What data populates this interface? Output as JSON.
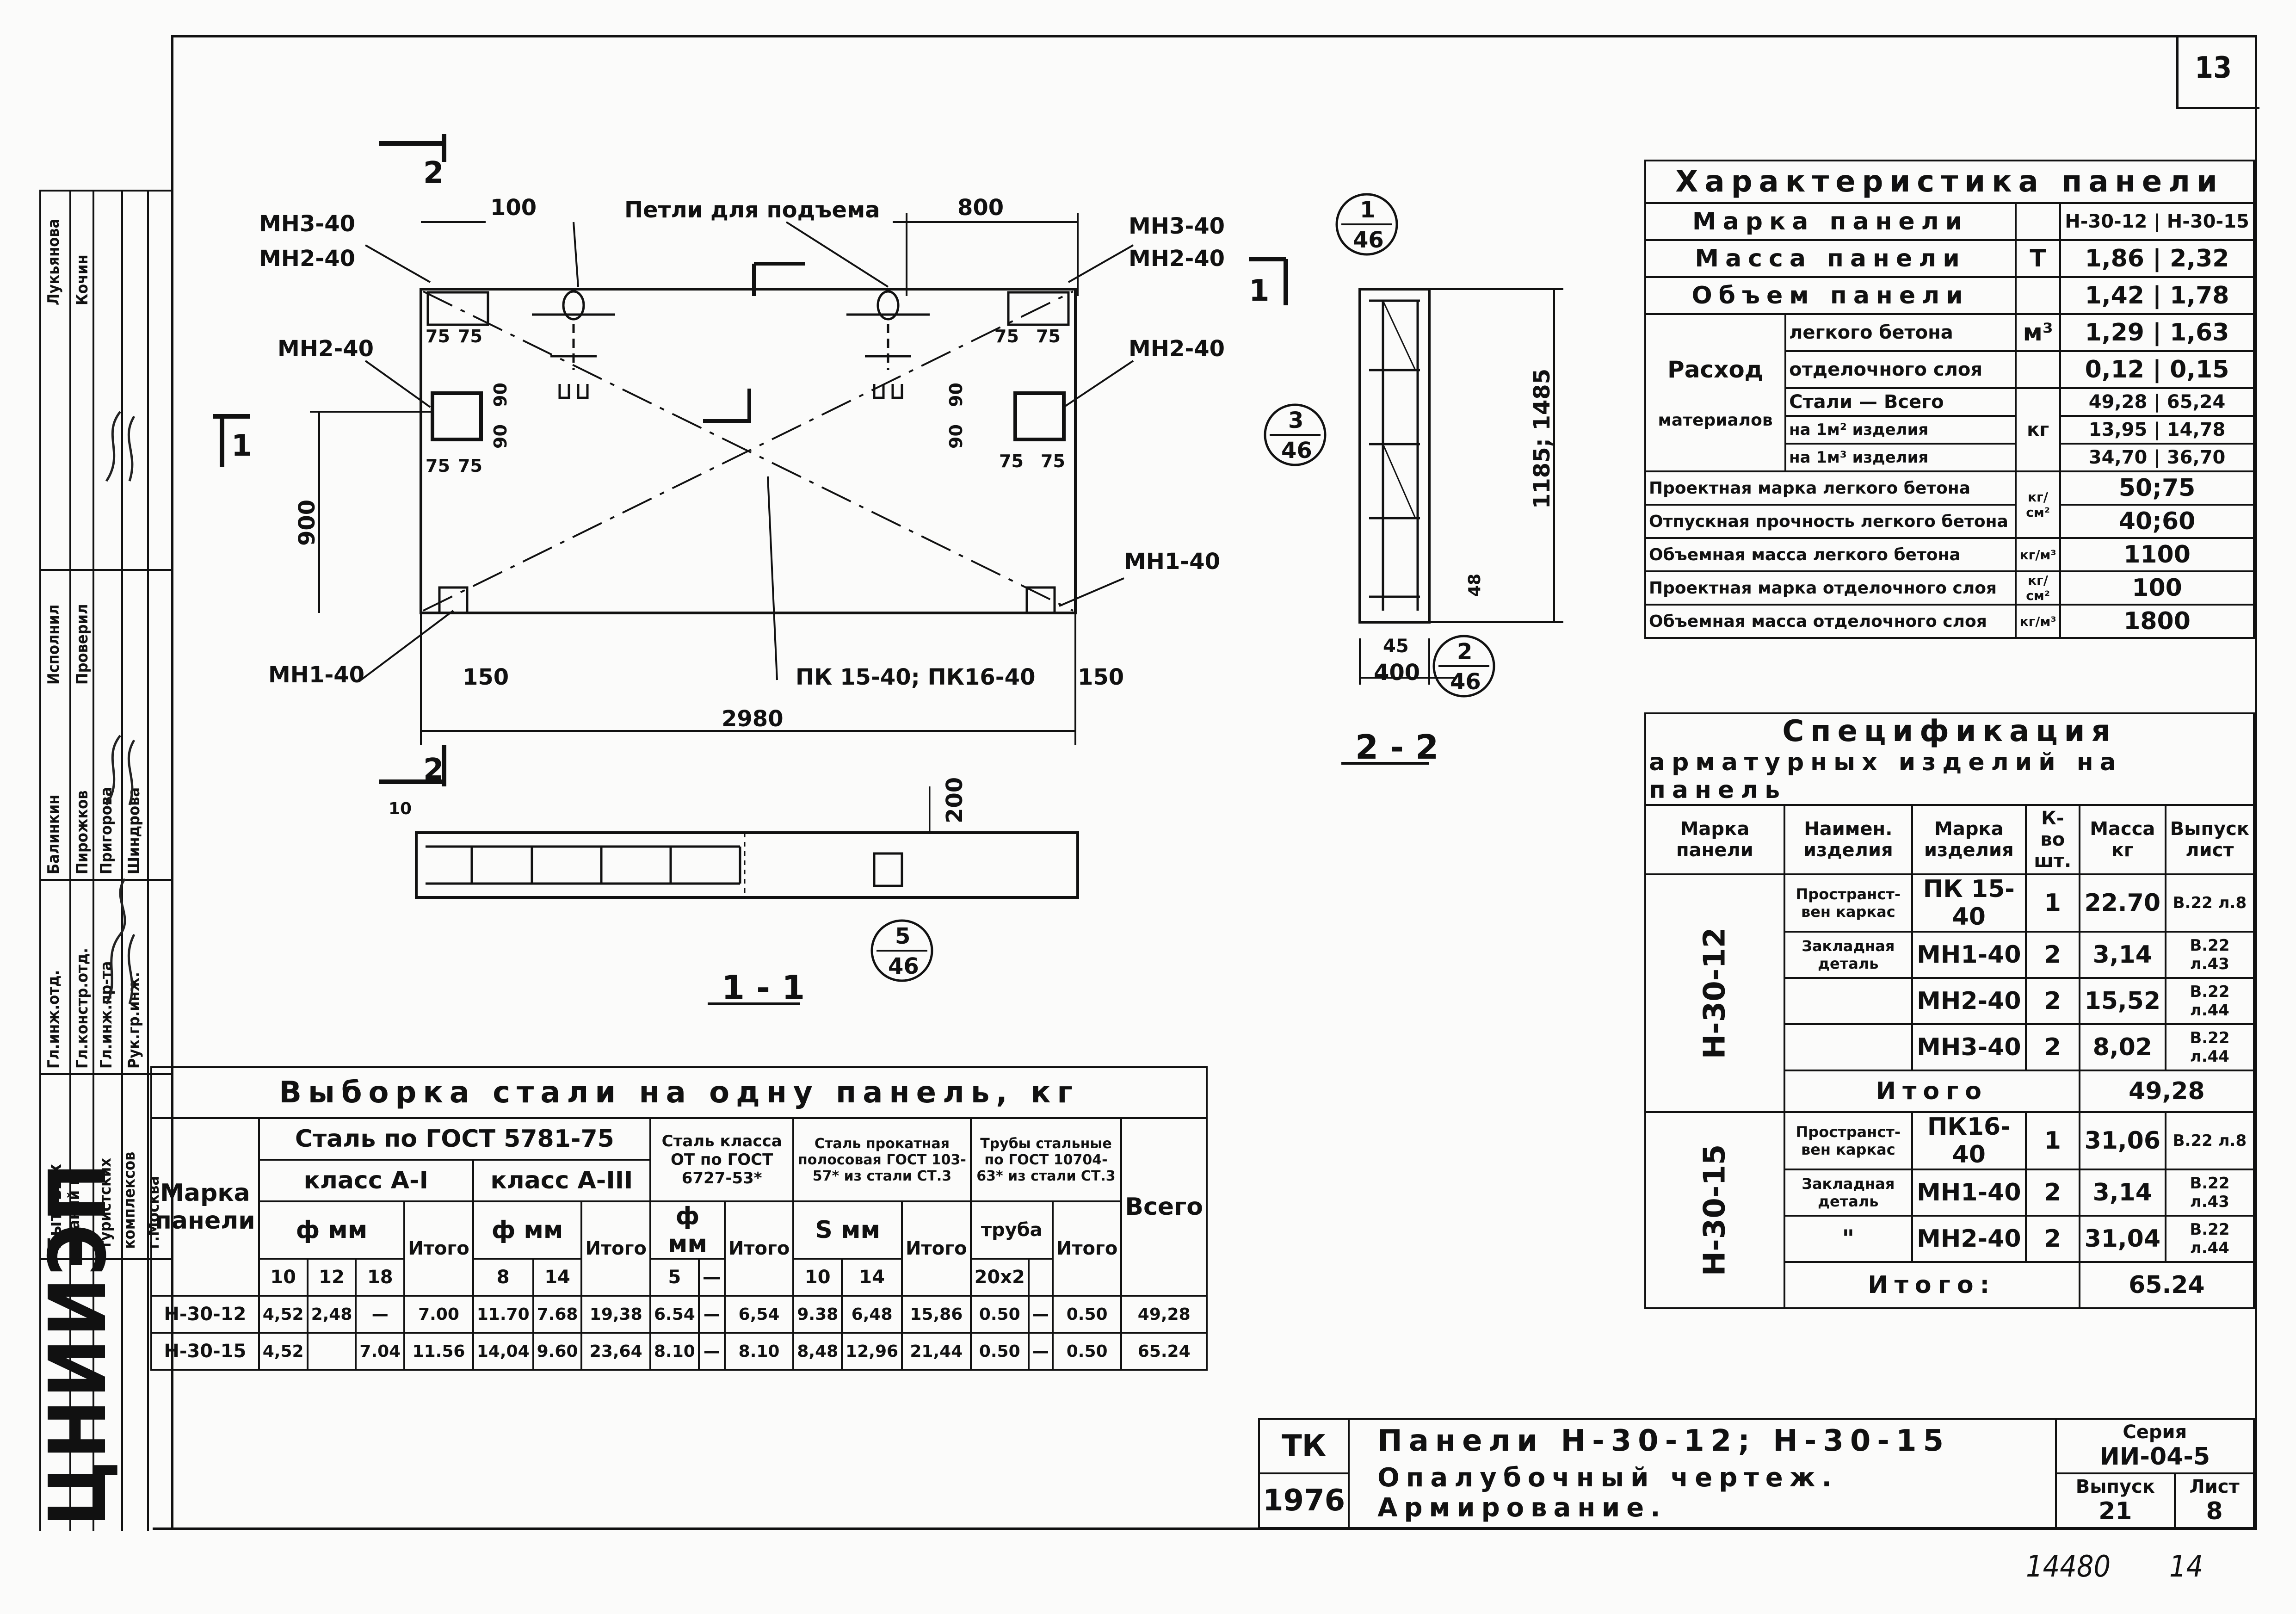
{
  "sheet": {
    "page_number": "13",
    "bottom_mark": "14480",
    "bottom_mark_2": "14"
  },
  "drawing": {
    "lifting_loops_label": "Петли для подъема",
    "mn3": "МН3-40",
    "mn2": "МН2-40",
    "mn1": "МН1-40",
    "pk_label": "ПК 15-40; ПК16-40",
    "dim_100": "100",
    "dim_800": "800",
    "dim_75": "75",
    "dim_90": "90",
    "dim_900": "900",
    "dim_150": "150",
    "dim_2980": "2980",
    "dim_200": "200",
    "dim_10": "10",
    "dim_1185": "1185; 1485",
    "dim_48": "48",
    "dim_45": "45",
    "dim_400": "400",
    "section_1": "1",
    "section_2": "2",
    "callout_1": {
      "top": "1",
      "bottom": "46"
    },
    "callout_2": {
      "top": "2",
      "bottom": "46"
    },
    "callout_3": {
      "top": "3",
      "bottom": "46"
    },
    "callout_5": {
      "top": "5",
      "bottom": "46"
    },
    "section_11_title": "1 - 1",
    "section_22_title": "2 - 2"
  },
  "left_stamp": {
    "org_lines": [
      "Бытовых",
      "зданий и",
      "туристских",
      "комплексов",
      "г.Москва"
    ],
    "roles": [
      "Гл.инж.отд.",
      "Гл.констр.отд.",
      "Гл.инж.пр-та",
      "Рук.гр.инж."
    ],
    "names": [
      "Балинкин",
      "Пирожков",
      "Пригорова",
      "Шиндрова"
    ],
    "roles2": [
      "Исполнил",
      "Проверил"
    ],
    "names2": [
      "Лукьянова",
      "Кочин"
    ],
    "logo": "ЦНИИЭП"
  },
  "characteristics": {
    "title": "Характеристика панели",
    "rows": [
      {
        "label": "Марка панели",
        "unit": "",
        "v1": "Н-30-12",
        "v2": "Н-30-15"
      },
      {
        "label": "Масса панели",
        "unit": "Т",
        "v1": "1,86",
        "v2": "2,32"
      },
      {
        "label": "Объем панели",
        "unit": "",
        "v1": "1,42",
        "v2": "1,78"
      }
    ],
    "rashod": "Расход",
    "materialov": "материалов",
    "light_concrete": "легкого бетона",
    "finish_layer": "отделочного слоя",
    "m3": "м³",
    "m3_v": [
      "1,29",
      "1,63"
    ],
    "fin_v": [
      "0,12",
      "0,15"
    ],
    "stali": "Стали",
    "vsego": "Всего",
    "per_m2": "на 1м² изделия",
    "per_m3": "на 1м³ изделия",
    "kg": "кг",
    "steel_total": [
      "49,28",
      "65,24"
    ],
    "steel_m2": [
      "13,95",
      "14,78"
    ],
    "steel_m3": [
      "34,70",
      "36,70"
    ],
    "extra": [
      {
        "label": "Проектная марка легкого бетона",
        "unit": "кг/см²",
        "value": "50;75"
      },
      {
        "label": "Отпускная прочность легкого бетона",
        "unit": "",
        "value": "40;60"
      },
      {
        "label": "Объемная масса легкого бетона",
        "unit": "кг/м³",
        "value": "1100"
      },
      {
        "label": "Проектная марка отделочного слоя",
        "unit": "кг/см²",
        "value": "100"
      },
      {
        "label": "Объемная масса отделочного слоя",
        "unit": "кг/м³",
        "value": "1800"
      }
    ]
  },
  "specification": {
    "title": "Спецификация",
    "subtitle": "арматурных изделий на панель",
    "headers": [
      "Марка панели",
      "Наимен. изделия",
      "Марка изделия",
      "К-во шт.",
      "Масса кг",
      "Выпуск лист"
    ],
    "panel1": "Н-30-12",
    "panel2": "Н-30-15",
    "rows1": [
      {
        "name": "Пространст- вен каркас",
        "mark": "ПК 15-40",
        "qty": "1",
        "mass": "22.70",
        "ref": "В.22 л.8"
      },
      {
        "name": "Закладная деталь",
        "mark": "МН1-40",
        "qty": "2",
        "mass": "3,14",
        "ref": "В.22 л.43"
      },
      {
        "name": "",
        "mark": "МН2-40",
        "qty": "2",
        "mass": "15,52",
        "ref": "В.22 л.44"
      },
      {
        "name": "",
        "mark": "МН3-40",
        "qty": "2",
        "mass": "8,02",
        "ref": "В.22 л.44"
      }
    ],
    "total1_label": "Итого",
    "total1": "49,28",
    "rows2": [
      {
        "name": "Пространст- вен каркас",
        "mark": "ПК16-40",
        "qty": "1",
        "mass": "31,06",
        "ref": "В.22 л.8"
      },
      {
        "name": "Закладная деталь",
        "mark": "МН1-40",
        "qty": "2",
        "mass": "3,14",
        "ref": "В.22 л.43"
      },
      {
        "name": "\"",
        "mark": "МН2-40",
        "qty": "2",
        "mass": "31,04",
        "ref": "В.22 л.44"
      }
    ],
    "total2_label": "Итого:",
    "total2": "65.24"
  },
  "steel": {
    "title": "Выборка стали на одну панель, кг",
    "h_marka": "Марка панели",
    "h_gost": "Сталь по ГОСТ 5781-75",
    "h_classA1": "класс А-I",
    "h_classA3": "класс А-III",
    "h_class_ot": "Сталь класса ОТ по ГОСТ 6727-53*",
    "h_strip": "Сталь прокатная полосовая ГОСТ 103-57* из стали СТ.3",
    "h_pipe": "Трубы стальные по ГОСТ 10704-63* из стали СТ.3",
    "h_total": "Всего",
    "h_dmm": "ф мм",
    "h_smm": "S мм",
    "h_truba": "труба",
    "h_itogo": "Итого",
    "sub": [
      "10",
      "12",
      "18",
      "Итого",
      "8",
      "14",
      "Итого",
      "5",
      "—",
      "Итого",
      "10",
      "14",
      "Итого",
      "20х2",
      "",
      "Итого",
      ""
    ],
    "rows": [
      {
        "mark": "Н-30-12",
        "cells": [
          "4,52",
          "2,48",
          "—",
          "7.00",
          "11.70",
          "7.68",
          "19,38",
          "6.54",
          "—",
          "6,54",
          "9.38",
          "6,48",
          "15,86",
          "0.50",
          "—",
          "0.50",
          "49,28"
        ]
      },
      {
        "mark": "Н-30-15",
        "cells": [
          "4,52",
          "",
          "7.04",
          "11.56",
          "14,04",
          "9.60",
          "23,64",
          "8.10",
          "—",
          "8.10",
          "8,48",
          "12,96",
          "21,44",
          "0.50",
          "—",
          "0.50",
          "65.24"
        ]
      }
    ]
  },
  "title_block": {
    "org": "ТК",
    "year": "1976",
    "title_line1": "Панели Н-30-12; Н-30-15",
    "title_line2": "Опалубочный чертеж. Армирование.",
    "series_label": "Серия",
    "series": "ИИ-04-5",
    "issue_label": "Выпуск",
    "issue": "21",
    "sheet_label": "Лист",
    "sheet": "8"
  }
}
